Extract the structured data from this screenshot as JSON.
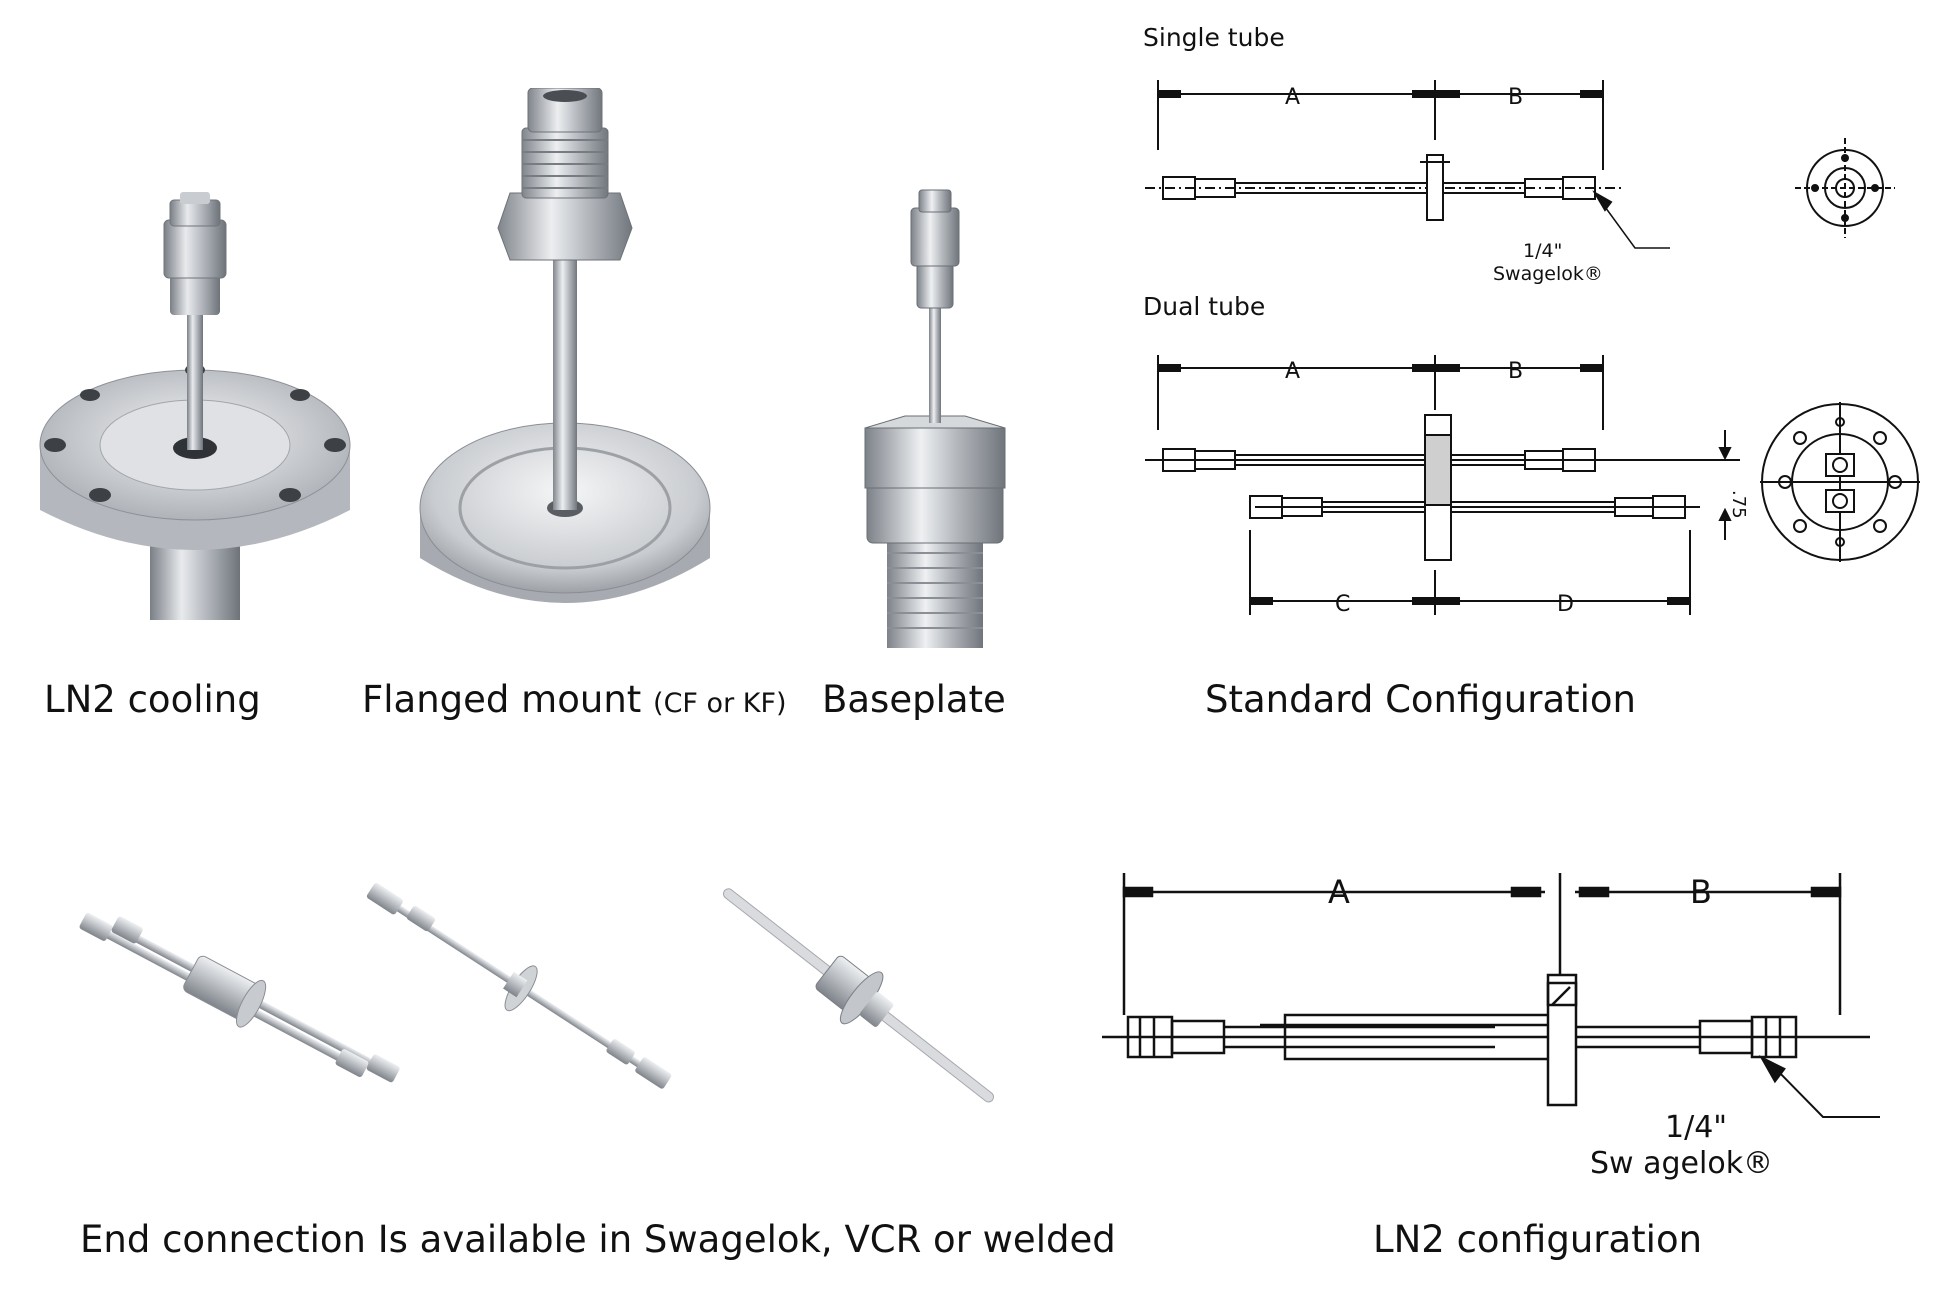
{
  "captions": {
    "ln2_cooling": "LN2 cooling",
    "flanged_mount": "Flanged mount",
    "flanged_mount_note": "(CF or KF)",
    "baseplate": "Baseplate",
    "standard_configuration": "Standard Configuration",
    "end_connection": "End connection Is available in Swagelok, VCR or welded",
    "ln2_configuration": "LN2 configuration"
  },
  "standard_drawing": {
    "single_tube_title": "Single tube",
    "dual_tube_title": "Dual tube",
    "dim_a": "A",
    "dim_b": "B",
    "dim_c": "C",
    "dim_d": "D",
    "spacing": ".75",
    "fitting_size": "1/4\"",
    "fitting_name": "Swagelok®"
  },
  "ln2_drawing": {
    "dim_a": "A",
    "dim_b": "B",
    "fitting_size": "1/4\"",
    "fitting_name": "Sw agelok®"
  }
}
